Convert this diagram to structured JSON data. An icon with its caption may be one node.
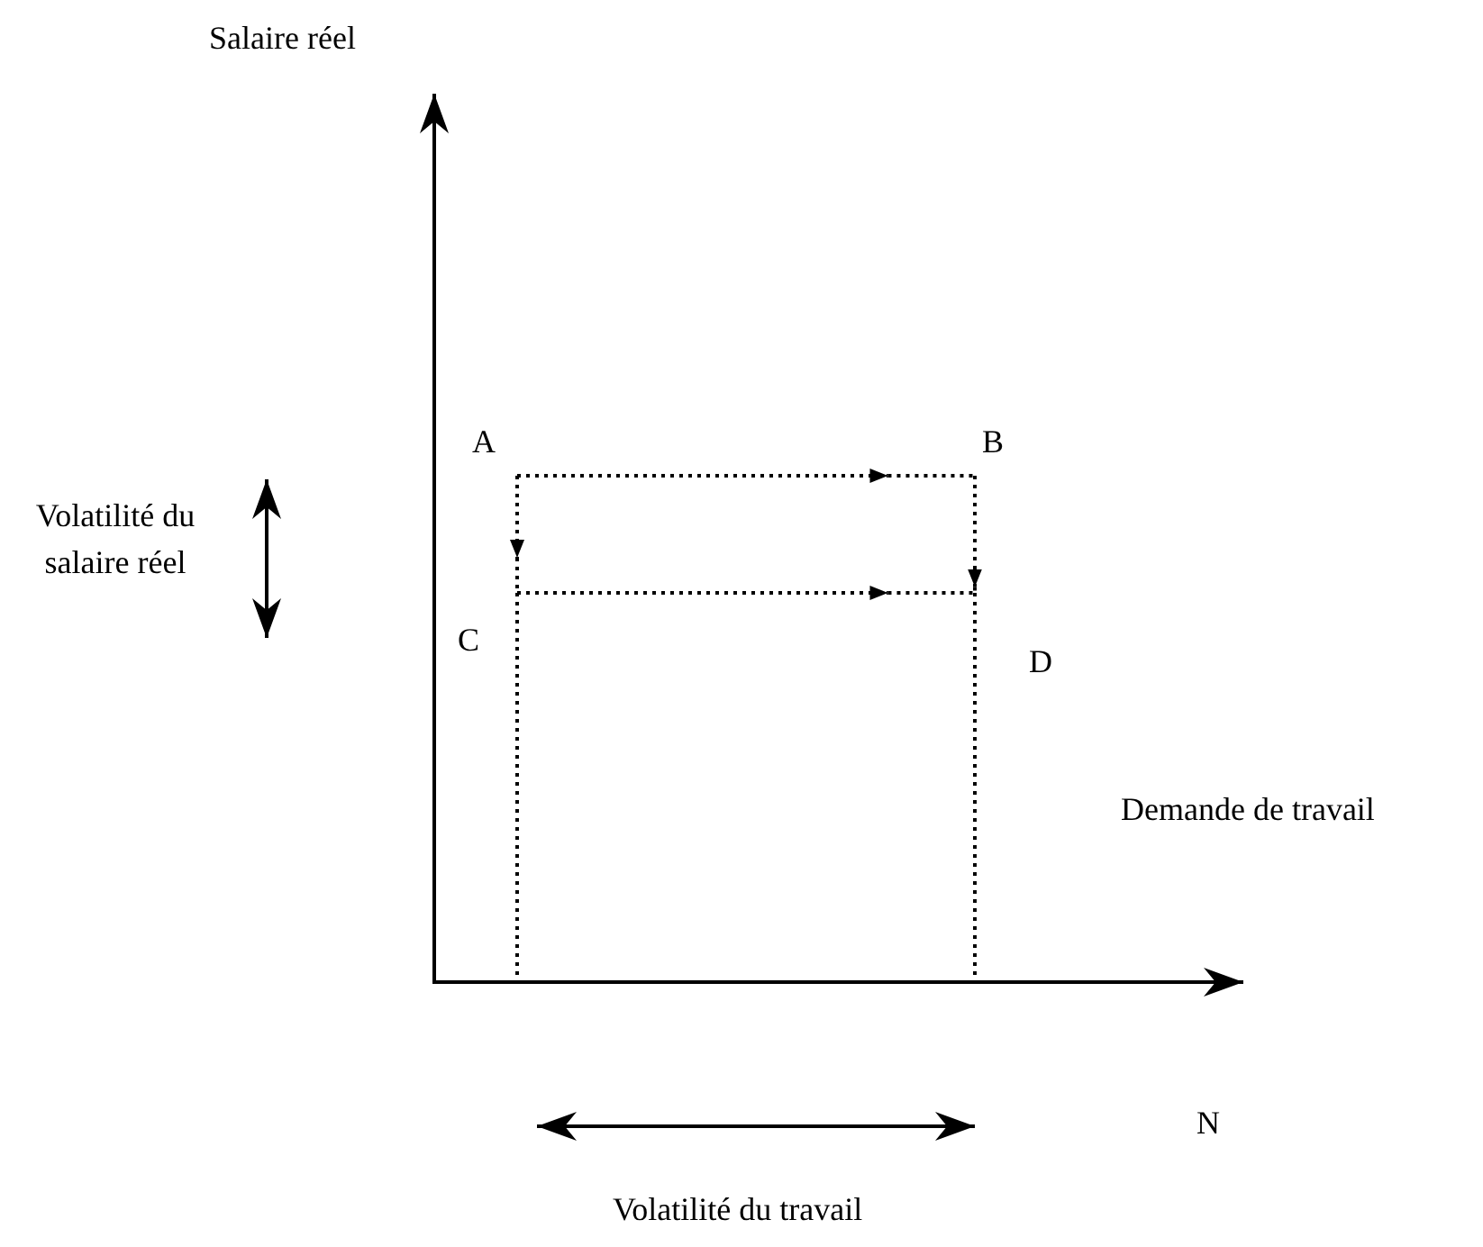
{
  "diagram": {
    "nodes": [
      {
        "text": [
          "A"
        ]
      },
      {
        "text": [
          "B"
        ]
      },
      {
        "text": [
          "C"
        ]
      },
      {
        "text": [
          "D"
        ]
      }
    ],
    "edges": [
      {
        "from": 0,
        "to": 1,
        "arrow": "to",
        "style": "dashed"
      },
      {
        "from": 0,
        "to": 2,
        "arrow": "to",
        "style": "dashed"
      },
      {
        "from": 1,
        "to": 3,
        "arrow": "to",
        "style": "dashed"
      },
      {
        "from": 2,
        "to": 3,
        "arrow": "to",
        "style": "dashed"
      }
    ],
    "labels": [
      "Salaire réel",
      "Volatilité du salaire réel",
      "Demande de travail",
      "N",
      "Volatilité du travail"
    ]
  }
}
